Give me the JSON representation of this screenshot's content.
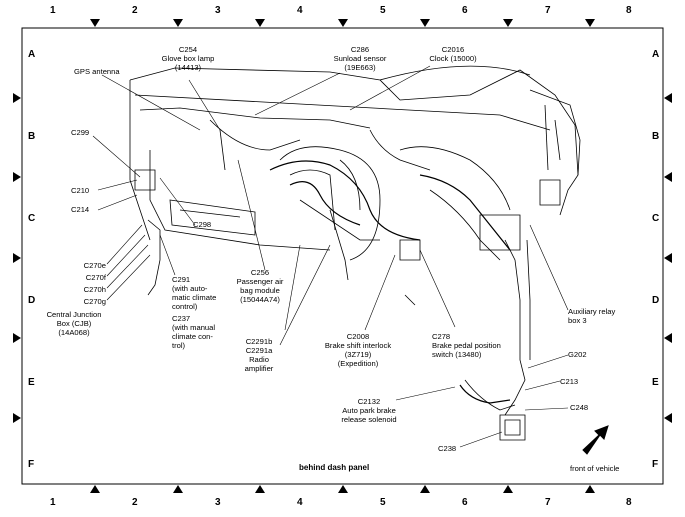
{
  "grid": {
    "columns": [
      "1",
      "2",
      "3",
      "4",
      "5",
      "6",
      "7",
      "8"
    ],
    "rows": [
      "A",
      "B",
      "C",
      "D",
      "E",
      "F"
    ]
  },
  "labels": {
    "c254": [
      "C254",
      "Glove box lamp",
      "(14413)"
    ],
    "gps": [
      "GPS antenna"
    ],
    "c286": [
      "C286",
      "Sunload sensor",
      "(19E663)"
    ],
    "c2016": [
      "C2016",
      "Clock (15000)"
    ],
    "c299": [
      "C299"
    ],
    "c210": [
      "C210"
    ],
    "c214": [
      "C214"
    ],
    "c298": [
      "C298"
    ],
    "c270": [
      "C270e",
      "C270f",
      "C270h",
      "C270g"
    ],
    "cjb": [
      "Central Junction",
      "Box (CJB)",
      "(14A068)"
    ],
    "c291": [
      "C291",
      "(with auto-",
      "matic climate",
      "control)",
      "C237",
      "(with manual",
      "climate con-",
      "trol)"
    ],
    "c256": [
      "C256",
      "Passenger air",
      "bag module",
      "(15044A74)"
    ],
    "c2291": [
      "C2291b",
      "C2291a",
      "Radio",
      "amplifier"
    ],
    "c2008": [
      "C2008",
      "Brake shift interlock",
      "(3Z719)",
      "(Expedition)"
    ],
    "c278": [
      "C278",
      "Brake pedal position",
      "switch (13480)"
    ],
    "aux": [
      "Auxiliary relay",
      "box 3"
    ],
    "g202": [
      "G202"
    ],
    "c213": [
      "C213"
    ],
    "c248": [
      "C248"
    ],
    "c2132": [
      "C2132",
      "Auto park brake",
      "release solenoid"
    ],
    "c238": [
      "C238"
    ]
  },
  "caption": "behind dash panel",
  "front_label": "front of vehicle"
}
